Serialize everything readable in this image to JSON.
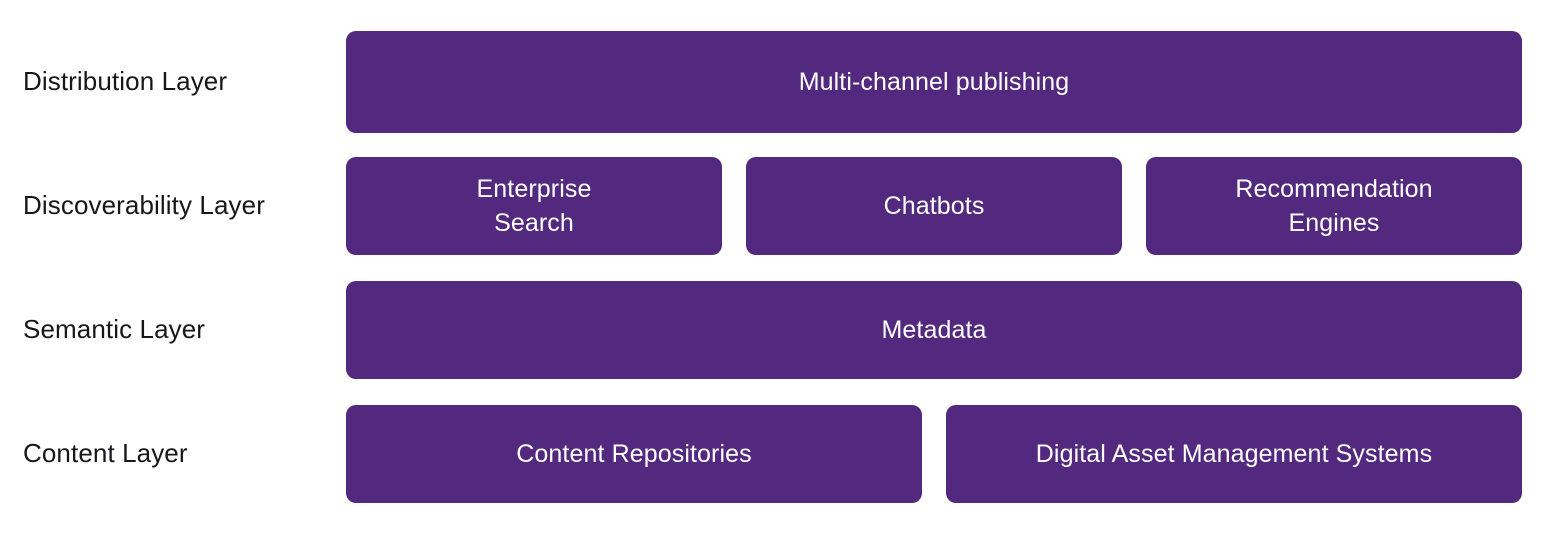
{
  "theme": {
    "background": "#ffffff",
    "box_fill": "#53297f",
    "box_text_color": "#ffffff",
    "label_text_color": "#17171a"
  },
  "diagram": {
    "type": "layered-stack",
    "rows": [
      {
        "id": "distribution",
        "label": "Distribution Layer",
        "boxes": [
          {
            "label": "Multi-channel publishing"
          }
        ]
      },
      {
        "id": "discoverability",
        "label": "Discoverability Layer",
        "boxes": [
          {
            "label": "Enterprise\nSearch"
          },
          {
            "label": "Chatbots"
          },
          {
            "label": "Recommendation\nEngines"
          }
        ]
      },
      {
        "id": "semantic",
        "label": "Semantic Layer",
        "boxes": [
          {
            "label": "Metadata"
          }
        ]
      },
      {
        "id": "content",
        "label": "Content Layer",
        "boxes": [
          {
            "label": "Content Repositories"
          },
          {
            "label": "Digital Asset Management Systems"
          }
        ]
      }
    ]
  }
}
